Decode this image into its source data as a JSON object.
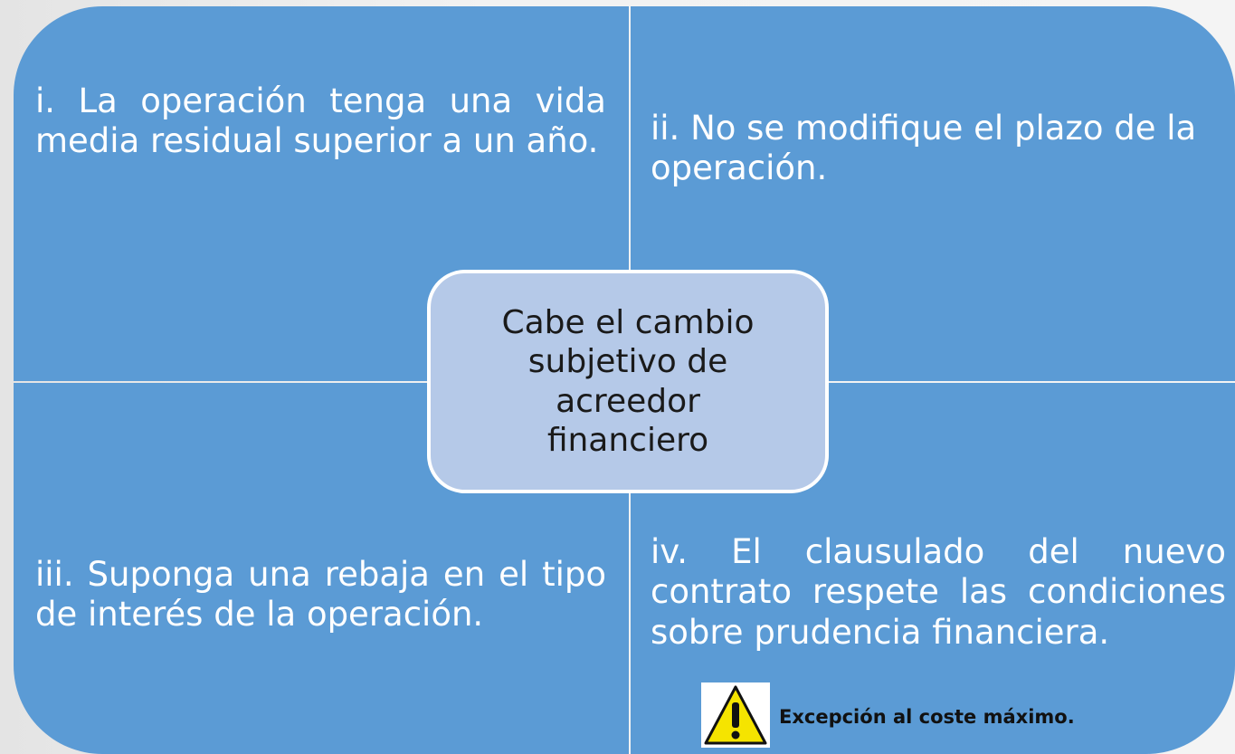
{
  "quadrants": {
    "top_left": "i. La operación tenga una vida media residual superior a un año.",
    "top_right": "ii. No se modifique el plazo de la operación.",
    "bottom_left": "iii. Suponga una rebaja en el tipo de interés de la operación.",
    "bottom_right": "iv. El clausulado del nuevo contrato respete las condiciones sobre prudencia financiera."
  },
  "center": {
    "text": "Cabe el cambio subjetivo de acreedor financiero"
  },
  "warning": {
    "icon": "warning-triangle-icon",
    "text": "Excepción al coste máximo."
  },
  "colors": {
    "quadrant_fill": "#5b9bd5",
    "center_fill": "#b5c9e8",
    "warning_yellow": "#f5e400"
  }
}
